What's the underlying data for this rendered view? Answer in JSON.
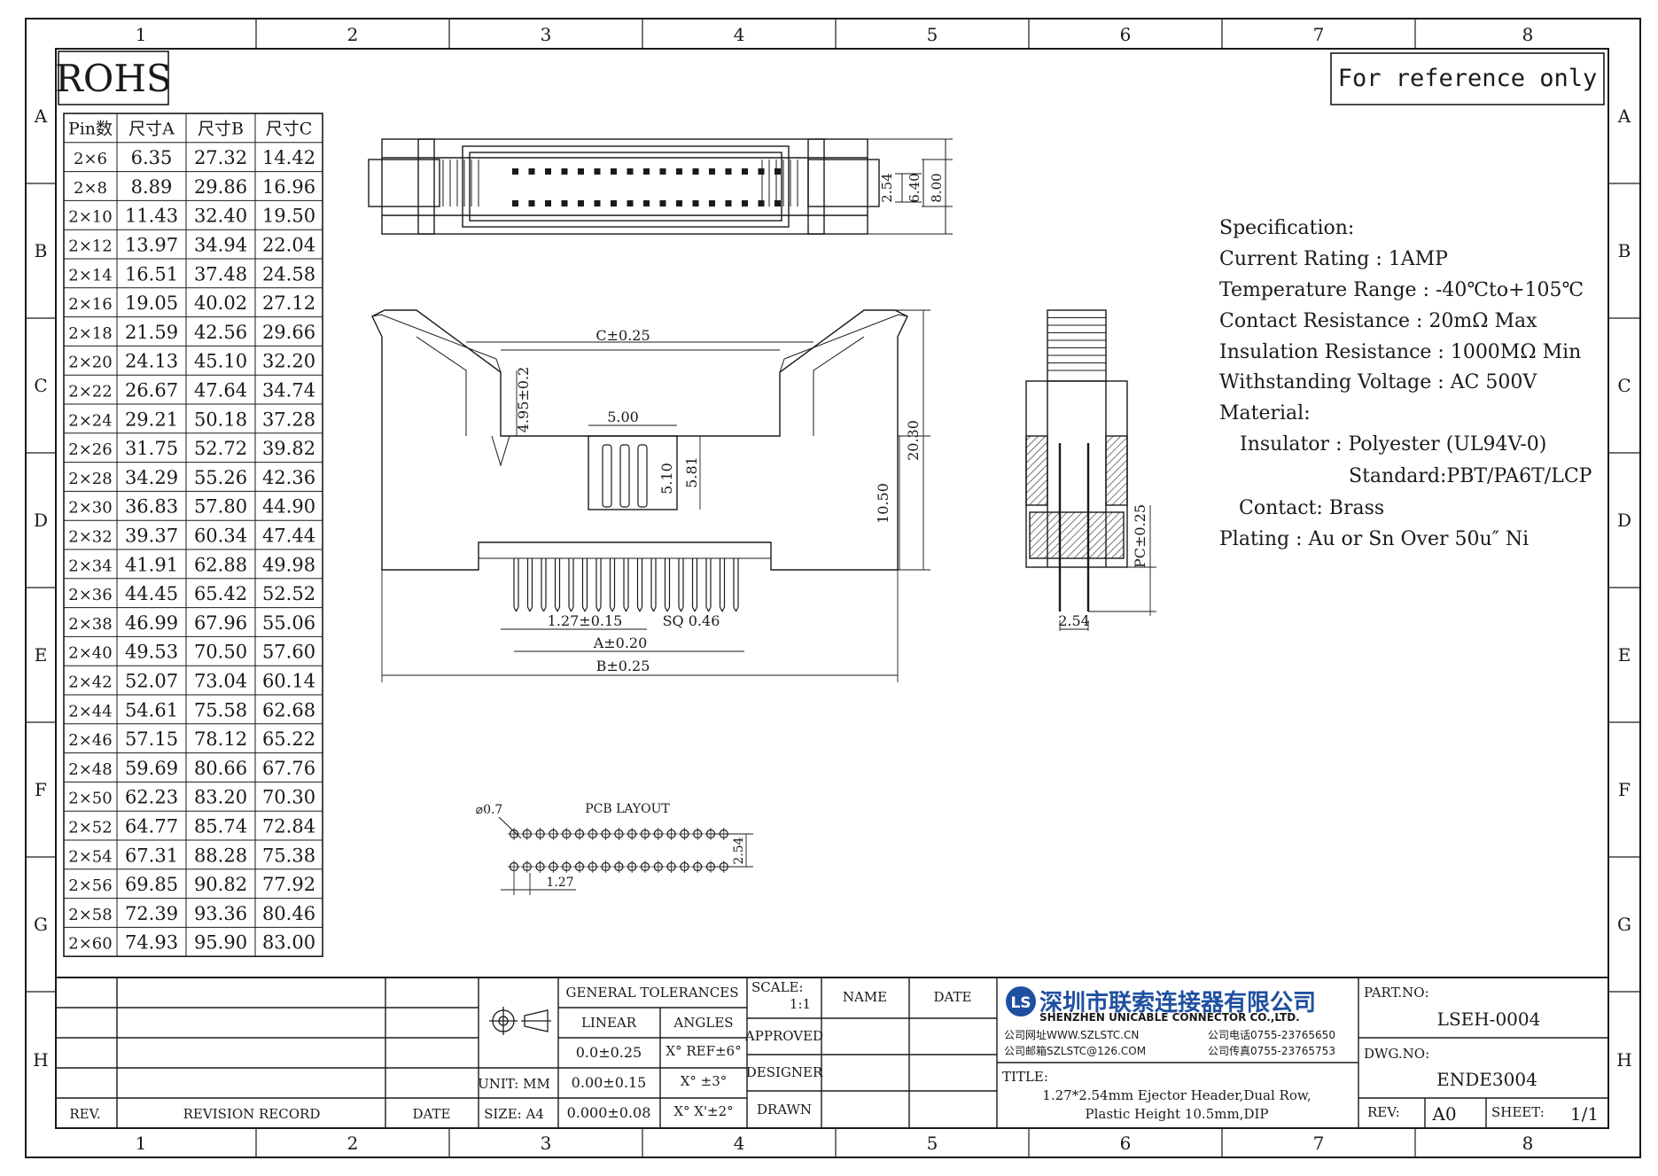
{
  "frame": {
    "top_columns": [
      "1",
      "2",
      "3",
      "4",
      "5",
      "6",
      "7",
      "8"
    ],
    "bottom_columns": [
      "1",
      "2",
      "3",
      "4",
      "5",
      "6",
      "7",
      "8"
    ],
    "left_rows": [
      "A",
      "B",
      "C",
      "D",
      "E",
      "F",
      "G",
      "H"
    ],
    "right_rows": [
      "A",
      "B",
      "C",
      "D",
      "E",
      "F",
      "G",
      "H"
    ]
  },
  "rohs": "ROHS",
  "reference_note": "For reference only",
  "dimension_table": {
    "headers": [
      "Pin数",
      "尺寸A",
      "尺寸B",
      "尺寸C"
    ],
    "rows": [
      [
        "2×6",
        "6.35",
        "27.32",
        "14.42"
      ],
      [
        "2×8",
        "8.89",
        "29.86",
        "16.96"
      ],
      [
        "2×10",
        "11.43",
        "32.40",
        "19.50"
      ],
      [
        "2×12",
        "13.97",
        "34.94",
        "22.04"
      ],
      [
        "2×14",
        "16.51",
        "37.48",
        "24.58"
      ],
      [
        "2×16",
        "19.05",
        "40.02",
        "27.12"
      ],
      [
        "2×18",
        "21.59",
        "42.56",
        "29.66"
      ],
      [
        "2×20",
        "24.13",
        "45.10",
        "32.20"
      ],
      [
        "2×22",
        "26.67",
        "47.64",
        "34.74"
      ],
      [
        "2×24",
        "29.21",
        "50.18",
        "37.28"
      ],
      [
        "2×26",
        "31.75",
        "52.72",
        "39.82"
      ],
      [
        "2×28",
        "34.29",
        "55.26",
        "42.36"
      ],
      [
        "2×30",
        "36.83",
        "57.80",
        "44.90"
      ],
      [
        "2×32",
        "39.37",
        "60.34",
        "47.44"
      ],
      [
        "2×34",
        "41.91",
        "62.88",
        "49.98"
      ],
      [
        "2×36",
        "44.45",
        "65.42",
        "52.52"
      ],
      [
        "2×38",
        "46.99",
        "67.96",
        "55.06"
      ],
      [
        "2×40",
        "49.53",
        "70.50",
        "57.60"
      ],
      [
        "2×42",
        "52.07",
        "73.04",
        "60.14"
      ],
      [
        "2×44",
        "54.61",
        "75.58",
        "62.68"
      ],
      [
        "2×46",
        "57.15",
        "78.12",
        "65.22"
      ],
      [
        "2×48",
        "59.69",
        "80.66",
        "67.76"
      ],
      [
        "2×50",
        "62.23",
        "83.20",
        "70.30"
      ],
      [
        "2×52",
        "64.77",
        "85.74",
        "72.84"
      ],
      [
        "2×54",
        "67.31",
        "88.28",
        "75.38"
      ],
      [
        "2×56",
        "69.85",
        "90.82",
        "77.92"
      ],
      [
        "2×58",
        "72.39",
        "93.36",
        "80.46"
      ],
      [
        "2×60",
        "74.93",
        "95.90",
        "83.00"
      ]
    ]
  },
  "top_view_dims": {
    "d1": "2.54",
    "d2": "6.40",
    "d3": "8.00"
  },
  "front_view_dims": {
    "c": "C±0.25",
    "h1": "4.95±0.2",
    "w5": "5.00",
    "h510": "5.10",
    "h581": "5.81",
    "h1050": "10.50",
    "h2030": "20.30",
    "pitch": "1.27±0.15",
    "sq": "SQ 0.46",
    "a": "A±0.20",
    "b": "B±0.25"
  },
  "side_view_dims": {
    "pc": "PC±0.25",
    "pitch": "2.54"
  },
  "pcb_layout": {
    "title": "PCB LAYOUT",
    "hole": "⌀0.7",
    "row_pitch": "2.54",
    "col_pitch": "1.27"
  },
  "specification": {
    "lines": [
      "Specification:",
      "Current Rating : 1AMP",
      "Temperature Range : -40℃to+105℃",
      "Contact Resistance : 20mΩ  Max",
      "Insulation Resistance : 1000MΩ  Min",
      "Withstanding Voltage : AC 500V",
      "Material:",
      "Insulator : Polyester (UL94V-0)",
      "Standard:PBT/PA6T/LCP",
      "Contact: Brass",
      "Plating : Au or Sn Over 50u″ Ni"
    ]
  },
  "title_block": {
    "rev_label": "REV.",
    "revision_record": "REVISION RECORD",
    "date_label": "DATE",
    "unit": "UNIT: MM",
    "size": "SIZE: A4",
    "general_tolerances": "GENERAL TOLERANCES",
    "linear": "LINEAR",
    "angles": "ANGLES",
    "tol1": "0.0±0.25",
    "tol2": "0.00±0.15",
    "tol3": "0.000±0.08",
    "ang1": "X° REF±6°",
    "ang2": "X°  ±3°",
    "ang3": "X° X'±2°",
    "scale_label": "SCALE:",
    "scale_value": "1:1",
    "name": "NAME",
    "date": "DATE",
    "approved": "APPROVED",
    "designer": "DESIGNER",
    "drawn": "DRAWN",
    "company_cn": "深圳市联索连接器有限公司",
    "company_en": "SHENZHEN UNICABLE CONNECTOR CO.,LTD.",
    "website": "公司网址WWW.SZLSTC.CN",
    "phone": "公司电话0755-23765650",
    "email": "公司邮箱SZLSTC@126.COM",
    "fax": "公司传真0755-23765753",
    "title_label": "TITLE:",
    "title_line1": "1.27*2.54mm Ejector Header,Dual Row,",
    "title_line2": "Plastic Height 10.5mm,DIP",
    "part_label": "PART.NO:",
    "part_no": "LSEH-0004",
    "dwg_label": "DWG.NO:",
    "dwg_no": "ENDE3004",
    "rev_field_label": "REV:",
    "rev_value": "A0",
    "sheet_label": "SHEET:",
    "sheet_value": "1/1"
  },
  "colors": {
    "line": "#1a1a1a",
    "logo": "#1f4fa0"
  }
}
